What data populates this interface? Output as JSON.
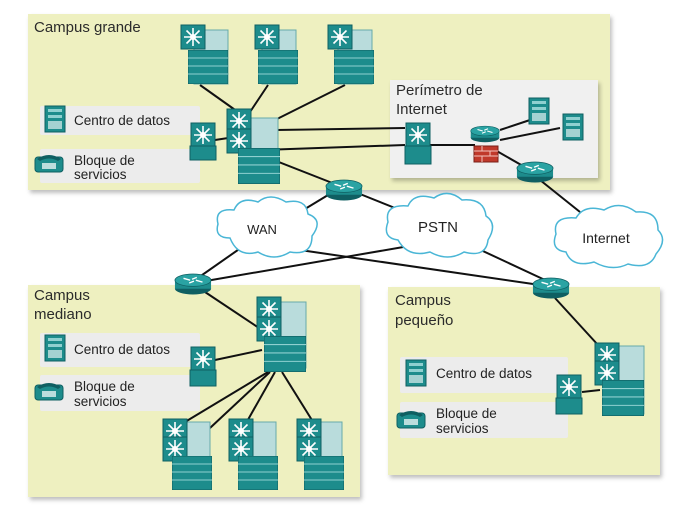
{
  "campus_grande": {
    "title": "Campus grande",
    "centro_datos": "Centro de datos",
    "bloque_line1": "Bloque de",
    "bloque_line2": "servicios",
    "perimetro_line1": "Perímetro de",
    "perimetro_line2": "Internet"
  },
  "campus_mediano": {
    "title_line1": "Campus",
    "title_line2": "mediano",
    "centro_datos": "Centro de datos",
    "bloque_line1": "Bloque de",
    "bloque_line2": "servicios"
  },
  "campus_pequeno": {
    "title_line1": "Campus",
    "title_line2": "pequeño",
    "centro_datos": "Centro de datos",
    "bloque_line1": "Bloque de",
    "bloque_line2": "servicios"
  },
  "clouds": {
    "wan": "WAN",
    "pstn": "PSTN",
    "internet": "Internet"
  },
  "colors": {
    "zone_fill": "#eef0c0",
    "device_teal": "#1d8c8c",
    "device_dark": "#0f5f62",
    "firewall_red": "#c0392b",
    "cloud_stroke": "#4ab6d6",
    "link": "#111111"
  }
}
